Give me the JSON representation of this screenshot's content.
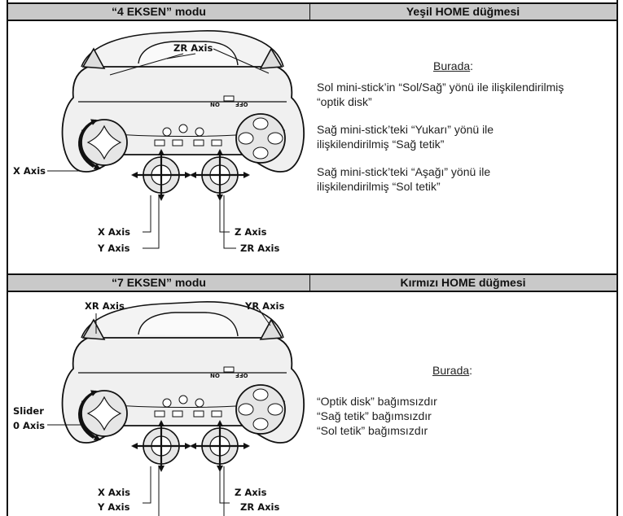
{
  "section1": {
    "header_left": "“4 EKSEN” modu",
    "header_right": "Yeşil HOME düğmesi",
    "burada": "Burada",
    "colon": ":",
    "p1_l1": "Sol mini-stick’in “Sol/Sağ” yönü ile ilişkilendirilmiş",
    "p1_l2": "“optik disk”",
    "p2_l1": "Sağ mini-stick’teki “Yukarı” yönü ile",
    "p2_l2": "ilişkilendirilmiş “Sağ tetik”",
    "p3_l1": "Sağ mini-stick’teki “Aşağı” yönü ile",
    "p3_l2": "ilişkilendirilmiş “Sol tetik”",
    "labels": {
      "top": "ZR Axis",
      "left": "X Axis",
      "b1a": "X Axis",
      "b1b": "Y Axis",
      "b2a": "Z Axis",
      "b2b": "ZR Axis"
    },
    "switch": {
      "on": "ON",
      "off": "OFF"
    }
  },
  "section2": {
    "header_left": "“7 EKSEN” modu",
    "header_right": "Kırmızı HOME düğmesi",
    "burada": "Burada",
    "colon": ":",
    "l1": "“Optik disk” bağımsızdır",
    "l2": "“Sağ tetik” bağımsızdır",
    "l3": "“Sol tetik” bağımsızdır",
    "labels": {
      "topl": "XR Axis",
      "topr": "YR Axis",
      "left1": "Slider",
      "left2": "0 Axis",
      "b1a": "X Axis",
      "b1b": "Y Axis",
      "b2a": "Z Axis",
      "b2b": "ZR Axis"
    },
    "switch": {
      "on": "ON",
      "off": "OFF"
    }
  }
}
